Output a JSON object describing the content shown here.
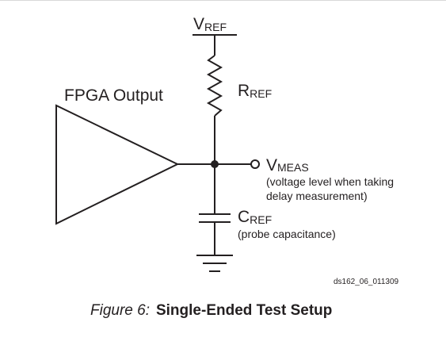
{
  "diagram": {
    "vref": {
      "main": "V",
      "sub": "REF"
    },
    "rref": {
      "main": "R",
      "sub": "REF"
    },
    "fpga_label": "FPGA Output",
    "vmeas": {
      "main": "V",
      "sub": "MEAS",
      "desc_line1": "(voltage level when taking",
      "desc_line2": "delay measurement)"
    },
    "cref": {
      "main": "C",
      "sub": "REF",
      "desc": "(probe capacitance)"
    },
    "doc_code": "ds162_06_011309"
  },
  "caption": {
    "prefix": "Figure 6:",
    "title": "Single-Ended Test Setup"
  }
}
